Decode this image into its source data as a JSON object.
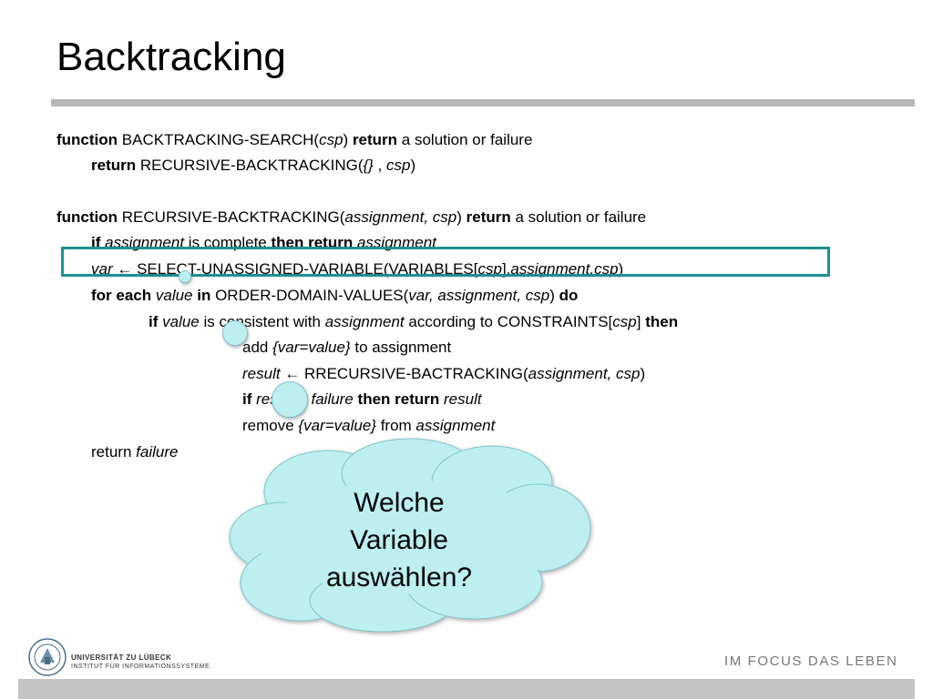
{
  "slide": {
    "title": "Backtracking",
    "lines": [
      {
        "indent": 0,
        "segments": [
          {
            "t": "function",
            "s": "b"
          },
          {
            "t": " BACKTRACKING-SEARCH("
          },
          {
            "t": "csp",
            "s": "i"
          },
          {
            "t": ") "
          },
          {
            "t": "return",
            "s": "b"
          },
          {
            "t": " a solution or failure"
          }
        ]
      },
      {
        "indent": 1,
        "segments": [
          {
            "t": "return",
            "s": "b"
          },
          {
            "t": " RECURSIVE-BACKTRACKING("
          },
          {
            "t": "{}",
            "s": "i"
          },
          {
            "t": " , "
          },
          {
            "t": "csp",
            "s": "i"
          },
          {
            "t": ")"
          }
        ]
      },
      {
        "indent": 0,
        "segments": [
          {
            "t": "function",
            "s": "b"
          },
          {
            "t": " RECURSIVE-BACKTRACKING("
          },
          {
            "t": "assignment, csp",
            "s": "i"
          },
          {
            "t": ") "
          },
          {
            "t": "return",
            "s": "b"
          },
          {
            "t": " a solution or failure"
          }
        ]
      },
      {
        "indent": 1,
        "segments": [
          {
            "t": "if",
            "s": "b"
          },
          {
            "t": " "
          },
          {
            "t": "assignment",
            "s": "i"
          },
          {
            "t": " is complete "
          },
          {
            "t": "then return",
            "s": "b"
          },
          {
            "t": " "
          },
          {
            "t": "assignment",
            "s": "i"
          }
        ]
      },
      {
        "indent": 1,
        "segments": [
          {
            "t": "var",
            "s": "i"
          },
          {
            "t": " ← SELECT-UNASSIGNED-VARIABLE(VARIABLES["
          },
          {
            "t": "csp",
            "s": "i"
          },
          {
            "t": "],"
          },
          {
            "t": "assignment,csp",
            "s": "i"
          },
          {
            "t": ")"
          }
        ]
      },
      {
        "indent": 1,
        "segments": [
          {
            "t": "for each",
            "s": "b"
          },
          {
            "t": " "
          },
          {
            "t": "value",
            "s": "i"
          },
          {
            "t": " "
          },
          {
            "t": "in",
            "s": "b"
          },
          {
            "t": " ORDER-DOMAIN-VALUES("
          },
          {
            "t": "var, assignment, csp",
            "s": "i"
          },
          {
            "t": ") "
          },
          {
            "t": "do",
            "s": "b"
          }
        ]
      },
      {
        "indent": 2,
        "segments": [
          {
            "t": "if",
            "s": "b"
          },
          {
            "t": " "
          },
          {
            "t": "value",
            "s": "i"
          },
          {
            "t": " is consistent with "
          },
          {
            "t": "assignment",
            "s": "i"
          },
          {
            "t": " according to CONSTRAINTS["
          },
          {
            "t": "csp",
            "s": "i"
          },
          {
            "t": "] "
          },
          {
            "t": "then",
            "s": "b"
          }
        ]
      },
      {
        "indent": 3,
        "segments": [
          {
            "t": "add "
          },
          {
            "t": "{var=value}",
            "s": "i"
          },
          {
            "t": " to assignment"
          }
        ]
      },
      {
        "indent": 3,
        "segments": [
          {
            "t": "result",
            "s": "i"
          },
          {
            "t": " ← RRECURSIVE-BACTRACKING("
          },
          {
            "t": "assignment, csp",
            "s": "i"
          },
          {
            "t": ")"
          }
        ]
      },
      {
        "indent": 3,
        "segments": [
          {
            "t": "if",
            "s": "b"
          },
          {
            "t": " "
          },
          {
            "t": "result",
            "s": "i"
          },
          {
            "t": " ≠ "
          },
          {
            "t": "failure",
            "s": "i"
          },
          {
            "t": "  "
          },
          {
            "t": "then return",
            "s": "b"
          },
          {
            "t": " "
          },
          {
            "t": "result",
            "s": "i"
          }
        ]
      },
      {
        "indent": 3,
        "segments": [
          {
            "t": "remove "
          },
          {
            "t": "{var=value}",
            "s": "i"
          },
          {
            "t": " from "
          },
          {
            "t": "assignment",
            "s": "i"
          }
        ]
      },
      {
        "indent": 1,
        "segments": [
          {
            "t": "return "
          },
          {
            "t": "failure",
            "s": "i"
          }
        ]
      }
    ],
    "callout": {
      "line1": "Welche",
      "line2": "Variable",
      "line3": "auswählen?"
    },
    "footer": {
      "university": "UNIVERSITÄT ZU LÜBECK",
      "institute": "INSTITUT FÜR INFORMATIONSSYSTEME",
      "tagline": "IM FOCUS DAS LEBEN"
    },
    "colors": {
      "highlight": "#1f8f8f",
      "cloud": "#bdeff1",
      "rule": "#b7b7b7"
    }
  }
}
